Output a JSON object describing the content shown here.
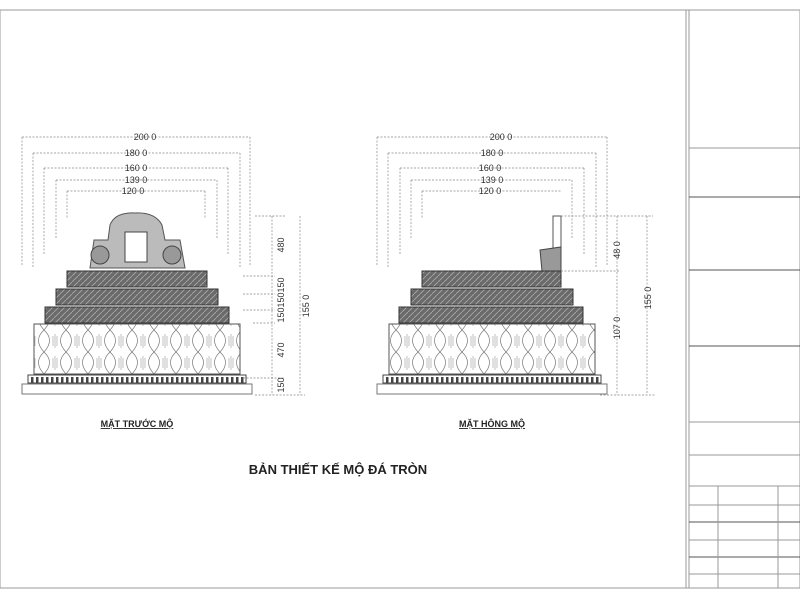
{
  "title": "BẢN THIẾT KẾ MỘ ĐÁ TRÒN",
  "front_view": {
    "label": "MẶT TRƯỚC MỘ",
    "width_dims": [
      "200 0",
      "180 0",
      "160 0",
      "139 0",
      "120 0"
    ],
    "height_dims": [
      "480",
      "150150150",
      "470",
      "150",
      "155 0"
    ]
  },
  "side_view": {
    "label": "MẶT HÔNG MỘ",
    "width_dims": [
      "200 0",
      "180 0",
      "160 0",
      "139 0",
      "120 0"
    ],
    "height_dims": [
      "48 0",
      "107 0",
      "155 0"
    ]
  },
  "colors": {
    "stone": "#5a5a5a",
    "line": "#999999"
  }
}
